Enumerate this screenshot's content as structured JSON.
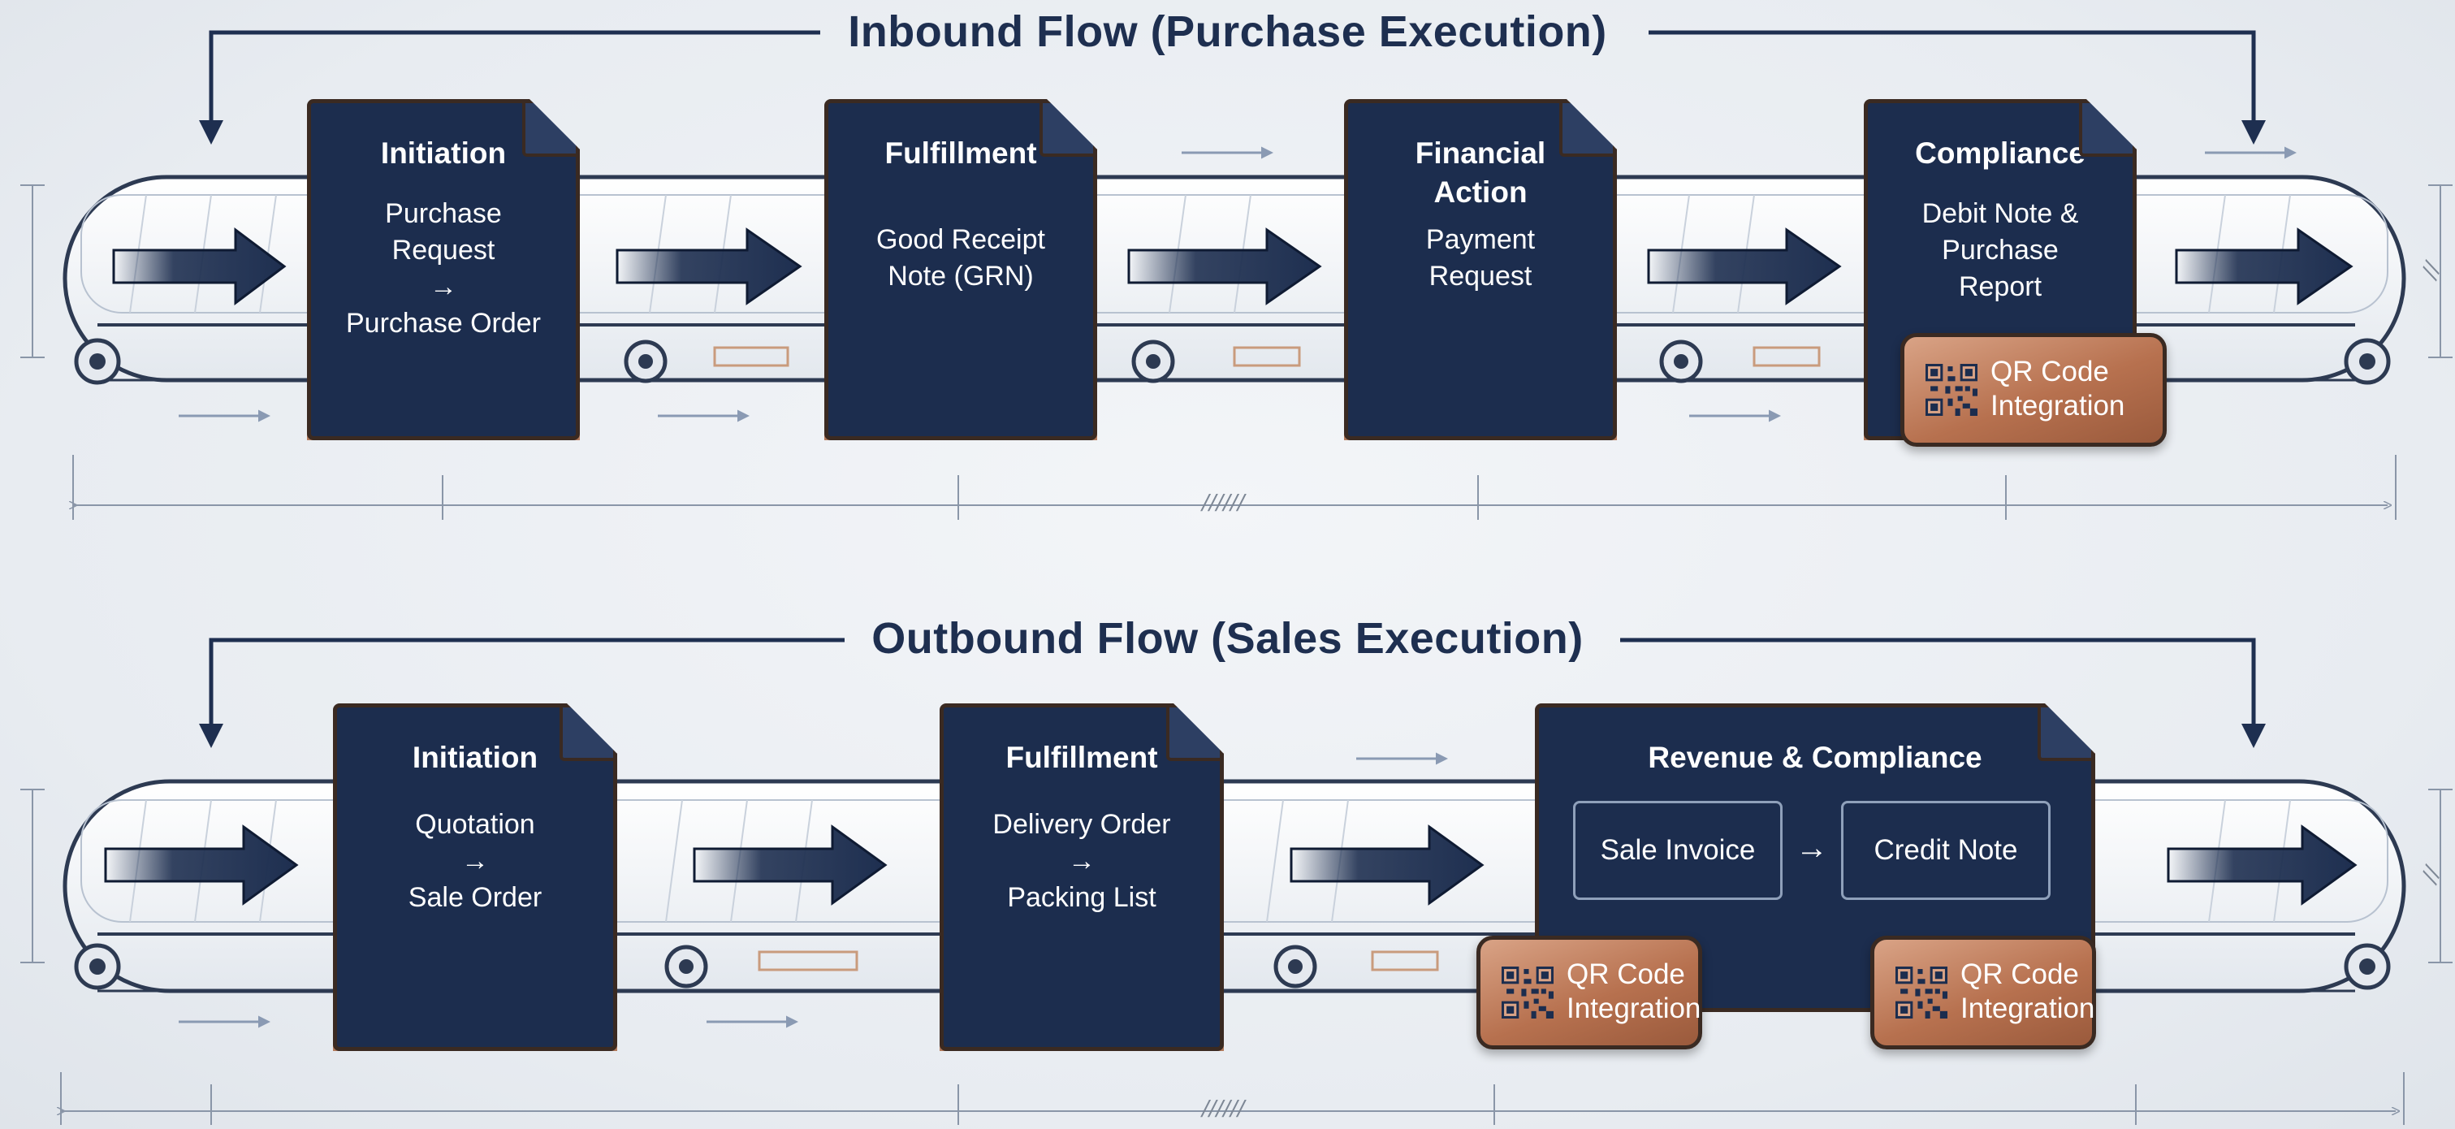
{
  "inbound": {
    "title": "Inbound Flow (Purchase Execution)",
    "steps": [
      {
        "title": "Initiation",
        "lines": [
          "Purchase",
          "Request",
          "→",
          "Purchase Order"
        ]
      },
      {
        "title": "Fulfillment",
        "lines": [
          "Good Receipt",
          "Note (GRN)"
        ]
      },
      {
        "title_lines": [
          "Financial",
          "Action"
        ],
        "lines": [
          "Payment",
          "Request"
        ]
      },
      {
        "title": "Compliance",
        "lines": [
          "Debit Note &",
          "Purchase",
          "Report"
        ]
      }
    ],
    "qr_badge": {
      "line1": "QR Code",
      "line2": "Integration"
    }
  },
  "outbound": {
    "title": "Outbound Flow (Sales Execution)",
    "steps": [
      {
        "title": "Initiation",
        "lines": [
          "Quotation",
          "→",
          "Sale Order"
        ]
      },
      {
        "title": "Fulfillment",
        "lines": [
          "Delivery Order",
          "→",
          "Packing List"
        ]
      },
      {
        "title": "Revenue & Compliance",
        "sub_items": [
          "Sale Invoice",
          "Credit Note"
        ],
        "sub_arrow": "→"
      }
    ],
    "qr_badges": [
      {
        "line1": "QR Code",
        "line2": "Integration"
      },
      {
        "line1": "QR Code",
        "line2": "Integration"
      }
    ]
  },
  "dimension_labels": {
    "scale_mark": "//////",
    "side_mark": "//"
  },
  "colors": {
    "card_fill": "#1c2d4e",
    "card_border": "#3a2a22",
    "copper": "#b7714f",
    "belt_line": "#2d3a52",
    "arrow_fill": "#1e2f50",
    "title_text": "#1e2f50"
  },
  "icons": [
    "qr-code-icon",
    "arrow-right-icon",
    "conveyor-roller-icon"
  ]
}
